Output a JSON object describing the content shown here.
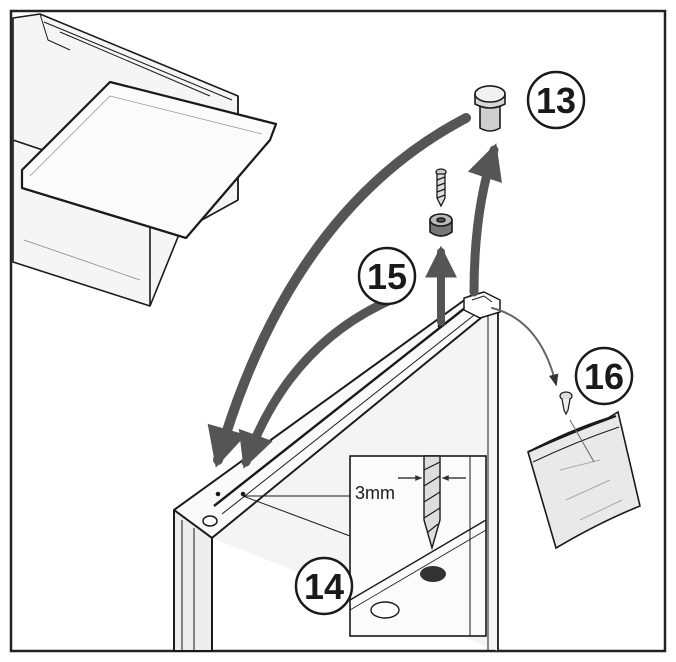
{
  "callouts": {
    "c13": "13",
    "c14": "14",
    "c15": "15",
    "c16": "16"
  },
  "dimension_label": "3mm",
  "colors": {
    "line": "#1a1a1a",
    "arrow": "#555555",
    "door_fill": "#f4f4f4",
    "cabinet_fill": "#f7f7f7",
    "bag_fill": "#e6e6e6",
    "frame": "#222222"
  }
}
